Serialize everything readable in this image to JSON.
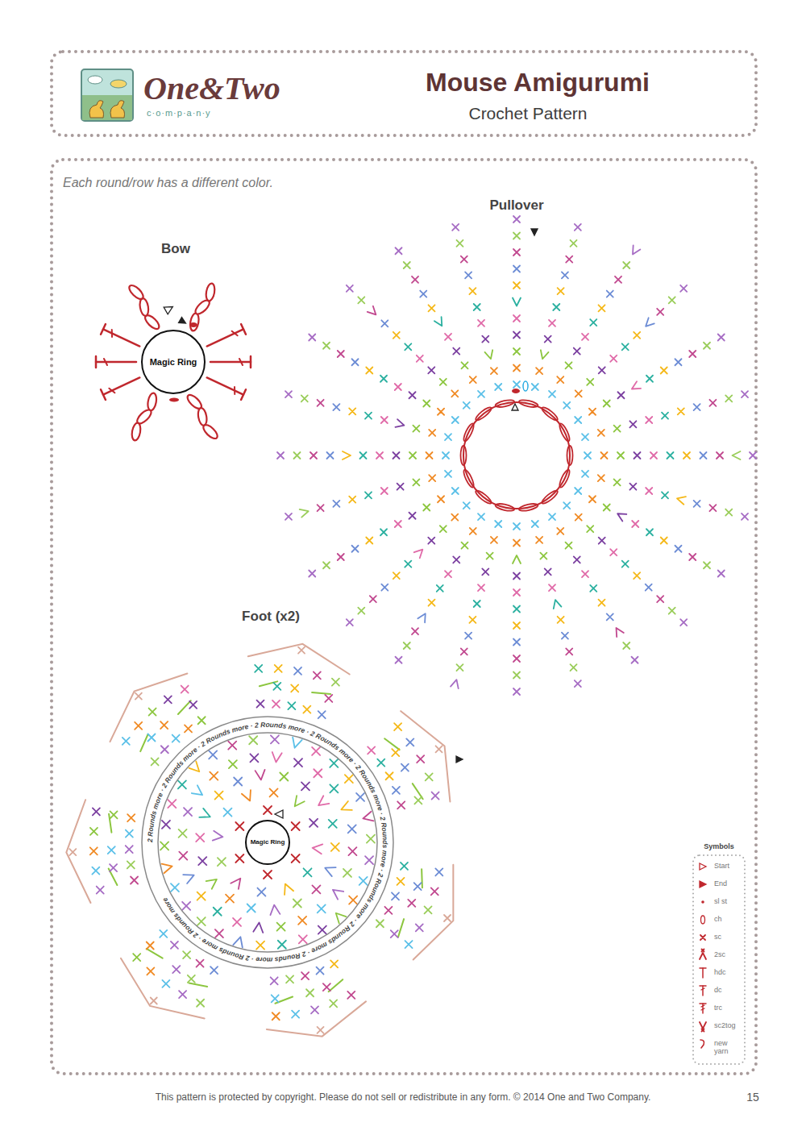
{
  "diagram": {
    "title": "Mouse Amigurumi",
    "nodes": [
      {
        "text": [
          "Magic Ring"
        ]
      },
      {
        "text": [
          "Magic Ring"
        ]
      }
    ],
    "labels": [
      "One&Two",
      "c·o·m·p·a·n·y",
      "Crochet Pattern",
      "Each round/row has a different color.",
      "Bow",
      "Pullover",
      "Foot (x2)",
      "2 Rounds more · 2 Rounds more · 2 Rounds more · 2 Rounds more · 2 Rounds more · 2 Rounds more · 2 Rounds more · 2 Rounds more · 2 Rounds more · 2 Rounds more · 2 Rounds more · 2 Rounds more",
      "Symbols",
      "This pattern is protected by copyright. Please do not sell or redistribute in any form. © 2014 One and Two Company.",
      "15"
    ],
    "legend": [
      {
        "text": "Start"
      },
      {
        "text": "End"
      },
      {
        "text": "sl st"
      },
      {
        "text": "ch"
      },
      {
        "text": "sc"
      },
      {
        "text": "2sc"
      },
      {
        "text": "hdc"
      },
      {
        "text": "dc"
      },
      {
        "text": "trc"
      },
      {
        "text": "sc2tog"
      },
      {
        "text": "new yarn"
      }
    ]
  }
}
